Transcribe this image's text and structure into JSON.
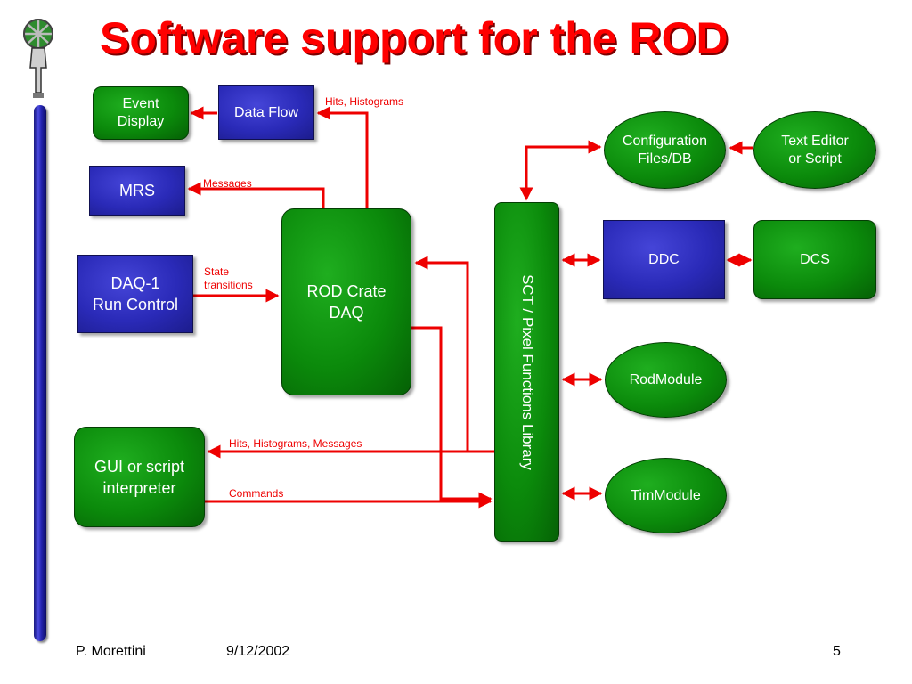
{
  "title": "Software support for the ROD",
  "boxes": {
    "event_display": "Event\nDisplay",
    "data_flow": "Data Flow",
    "mrs": "MRS",
    "daq1": "DAQ-1\nRun Control",
    "rod_crate": "ROD Crate\nDAQ",
    "gui": "GUI or script\ninterpreter",
    "sct_library": "SCT / Pixel Functions Library",
    "config": "Configuration\nFiles/DB",
    "text_editor": "Text Editor\nor Script",
    "ddc": "DDC",
    "dcs": "DCS",
    "rod_module": "RodModule",
    "tim_module": "TimModule"
  },
  "labels": {
    "hits_histograms": "Hits, Histograms",
    "messages": "Messages",
    "state_transitions": "State\ntransitions",
    "hits_hist_messages": "Hits, Histograms, Messages",
    "commands": "Commands"
  },
  "footer": {
    "author": "P. Morettini",
    "date": "9/12/2002",
    "page": "5"
  },
  "colors": {
    "title": "#ff0000",
    "arrows": "#ee0000",
    "green_box": "#0b8a0b",
    "blue_box": "#2a2ab8",
    "pillar": "#2424b0"
  }
}
